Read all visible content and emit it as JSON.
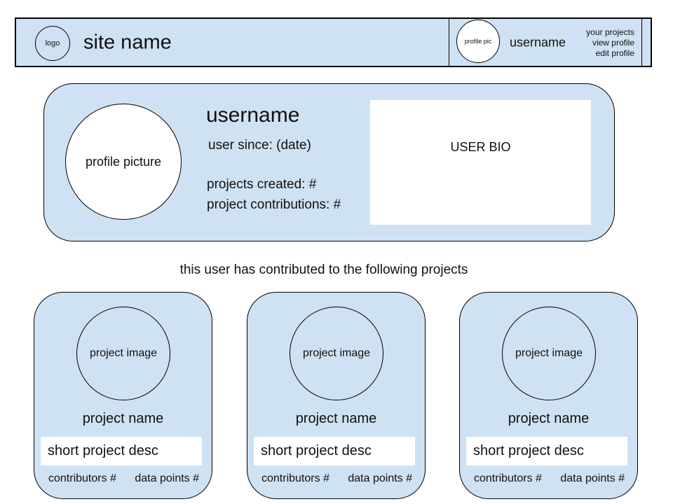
{
  "colors": {
    "panel_blue": "#cfe2f3",
    "outline": "#000000",
    "text": "#111111",
    "box_white": "#ffffff"
  },
  "header": {
    "logo_label": "logo",
    "site_name": "site name",
    "profile_pic_label": "profile pic",
    "username": "username",
    "menu": [
      {
        "label": "your projects"
      },
      {
        "label": "view profile"
      },
      {
        "label": "edit profile"
      }
    ]
  },
  "profile_card": {
    "picture_label": "profile picture",
    "username": "username",
    "user_since": "user since: (date)",
    "projects_created": "projects created: #",
    "project_contributions": "project contributions: #",
    "bio": "USER BIO"
  },
  "contributions": {
    "heading": "this user has contributed to the following projects",
    "projects": [
      {
        "image_label": "project image",
        "name": "project name",
        "desc": "short project desc",
        "contributors": "contributors #",
        "data_points": "data points #"
      },
      {
        "image_label": "project image",
        "name": "project name",
        "desc": "short project desc",
        "contributors": "contributors #",
        "data_points": "data points #"
      },
      {
        "image_label": "project image",
        "name": "project name",
        "desc": "short project desc",
        "contributors": "contributors #",
        "data_points": "data points #"
      }
    ]
  }
}
